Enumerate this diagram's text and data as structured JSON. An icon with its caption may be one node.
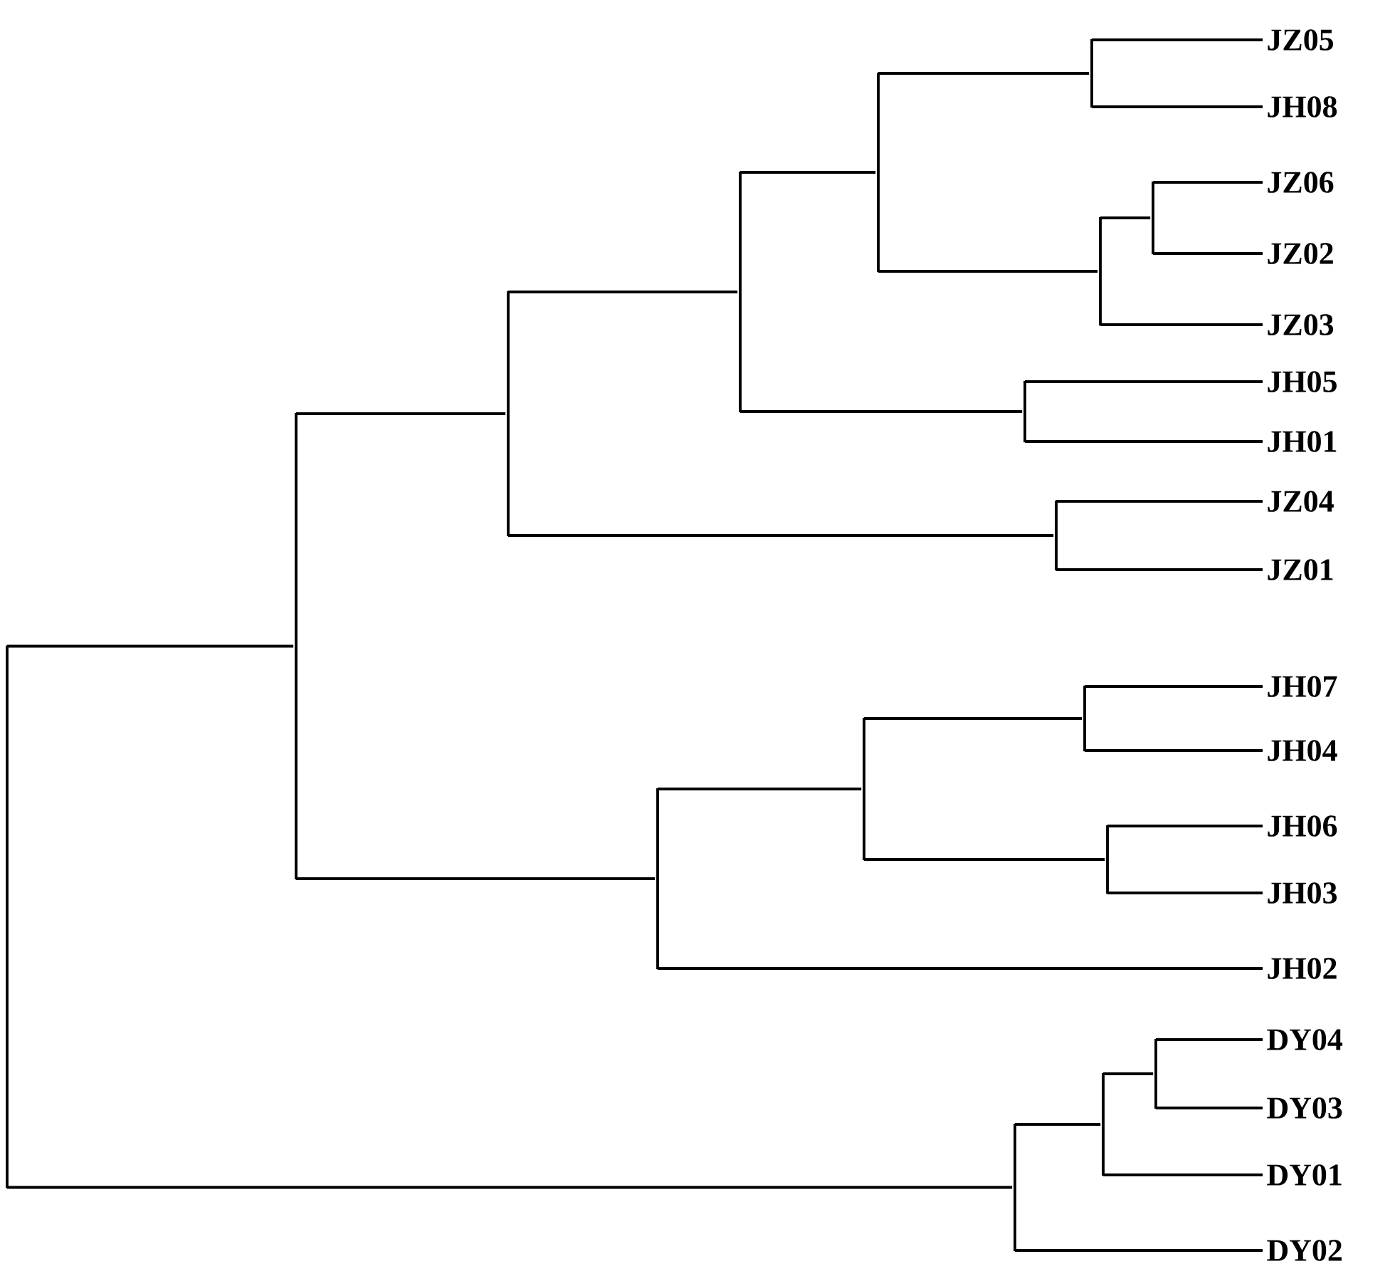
{
  "diagram": {
    "nodes": [
      {
        "text": [
          "JZ05"
        ]
      },
      {
        "text": [
          "JH08"
        ]
      },
      {
        "text": [
          "JZ06"
        ]
      },
      {
        "text": [
          "JZ02"
        ]
      },
      {
        "text": [
          "JZ03"
        ]
      },
      {
        "text": [
          "JH05"
        ]
      },
      {
        "text": [
          "JH01"
        ]
      },
      {
        "text": [
          "JZ04"
        ]
      },
      {
        "text": [
          "JZ01"
        ]
      },
      {
        "text": [
          "JH07"
        ]
      },
      {
        "text": [
          "JH04"
        ]
      },
      {
        "text": [
          "JH06"
        ]
      },
      {
        "text": [
          "JH03"
        ]
      },
      {
        "text": [
          "JH02"
        ]
      },
      {
        "text": [
          "DY04"
        ]
      },
      {
        "text": [
          "DY03"
        ]
      },
      {
        "text": [
          "DY01"
        ]
      },
      {
        "text": [
          "DY02"
        ]
      },
      {
        "text": [],
        "shape": "bar"
      },
      {
        "text": [],
        "shape": "bar"
      },
      {
        "text": [],
        "shape": "bar"
      },
      {
        "text": [],
        "shape": "bar"
      },
      {
        "text": [],
        "shape": "bar"
      },
      {
        "text": [],
        "shape": "bar"
      },
      {
        "text": [],
        "shape": "bar"
      },
      {
        "text": [],
        "shape": "bar"
      },
      {
        "text": [],
        "shape": "bar"
      },
      {
        "text": [],
        "shape": "bar"
      },
      {
        "text": [],
        "shape": "bar"
      },
      {
        "text": [],
        "shape": "bar"
      },
      {
        "text": [],
        "shape": "bar"
      },
      {
        "text": [],
        "shape": "bar"
      },
      {
        "text": [],
        "shape": "bar"
      },
      {
        "text": [],
        "shape": "bar"
      },
      {
        "text": [],
        "shape": "bar"
      }
    ],
    "edges": [
      {
        "from": 18,
        "to": 0,
        "arrow": "none"
      },
      {
        "from": 18,
        "to": 1,
        "arrow": "none"
      },
      {
        "from": 19,
        "to": 2,
        "arrow": "none"
      },
      {
        "from": 19,
        "to": 3,
        "arrow": "none"
      },
      {
        "from": 20,
        "to": 19,
        "arrow": "none"
      },
      {
        "from": 20,
        "to": 4,
        "arrow": "none"
      },
      {
        "from": 21,
        "to": 18,
        "arrow": "none"
      },
      {
        "from": 21,
        "to": 20,
        "arrow": "none"
      },
      {
        "from": 22,
        "to": 5,
        "arrow": "none"
      },
      {
        "from": 22,
        "to": 6,
        "arrow": "none"
      },
      {
        "from": 23,
        "to": 21,
        "arrow": "none"
      },
      {
        "from": 23,
        "to": 22,
        "arrow": "none"
      },
      {
        "from": 24,
        "to": 7,
        "arrow": "none"
      },
      {
        "from": 24,
        "to": 8,
        "arrow": "none"
      },
      {
        "from": 25,
        "to": 23,
        "arrow": "none"
      },
      {
        "from": 25,
        "to": 24,
        "arrow": "none"
      },
      {
        "from": 26,
        "to": 9,
        "arrow": "none"
      },
      {
        "from": 26,
        "to": 10,
        "arrow": "none"
      },
      {
        "from": 27,
        "to": 11,
        "arrow": "none"
      },
      {
        "from": 27,
        "to": 12,
        "arrow": "none"
      },
      {
        "from": 28,
        "to": 26,
        "arrow": "none"
      },
      {
        "from": 28,
        "to": 27,
        "arrow": "none"
      },
      {
        "from": 29,
        "to": 28,
        "arrow": "none"
      },
      {
        "from": 29,
        "to": 13,
        "arrow": "none"
      },
      {
        "from": 30,
        "to": 25,
        "arrow": "none"
      },
      {
        "from": 30,
        "to": 29,
        "arrow": "none"
      },
      {
        "from": 31,
        "to": 14,
        "arrow": "none"
      },
      {
        "from": 31,
        "to": 15,
        "arrow": "none"
      },
      {
        "from": 32,
        "to": 31,
        "arrow": "none"
      },
      {
        "from": 32,
        "to": 16,
        "arrow": "none"
      },
      {
        "from": 33,
        "to": 32,
        "arrow": "none"
      },
      {
        "from": 33,
        "to": 17,
        "arrow": "none"
      },
      {
        "from": 34,
        "to": 30,
        "arrow": "none"
      },
      {
        "from": 34,
        "to": 33,
        "arrow": "none"
      }
    ]
  }
}
